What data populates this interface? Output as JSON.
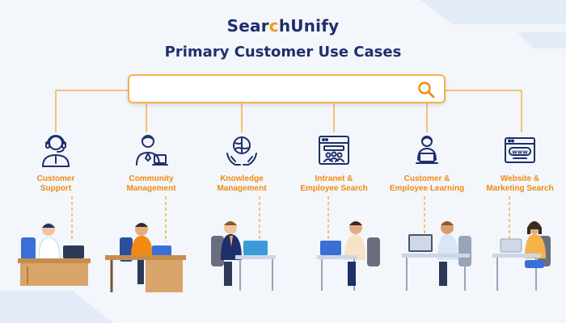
{
  "header": {
    "logo_prefix": "Sear",
    "logo_mark": "c",
    "logo_suffix": "hUnify",
    "title": "Primary Customer Use Cases"
  },
  "search": {
    "value": "",
    "icon": "search-icon",
    "border_color": "#f6b24a"
  },
  "colors": {
    "navy": "#1f2f6b",
    "orange": "#f08a12",
    "connector": "#f2b24c",
    "background": "#f3f6fb"
  },
  "use_cases": [
    {
      "line1": "Customer",
      "line2": "Support",
      "icon": "headset-agent-icon"
    },
    {
      "line1": "Community",
      "line2": "Management",
      "icon": "community-manager-icon"
    },
    {
      "line1": "Knowledge",
      "line2": "Management",
      "icon": "brain-hands-icon"
    },
    {
      "line1": "Intranet &",
      "line2": "Employee Search",
      "icon": "intranet-browser-icon"
    },
    {
      "line1": "Customer &",
      "line2": "Employee Learning",
      "icon": "learner-laptop-icon"
    },
    {
      "line1": "Website &",
      "line2": "Marketing Search",
      "icon": "www-browser-icon"
    }
  ]
}
